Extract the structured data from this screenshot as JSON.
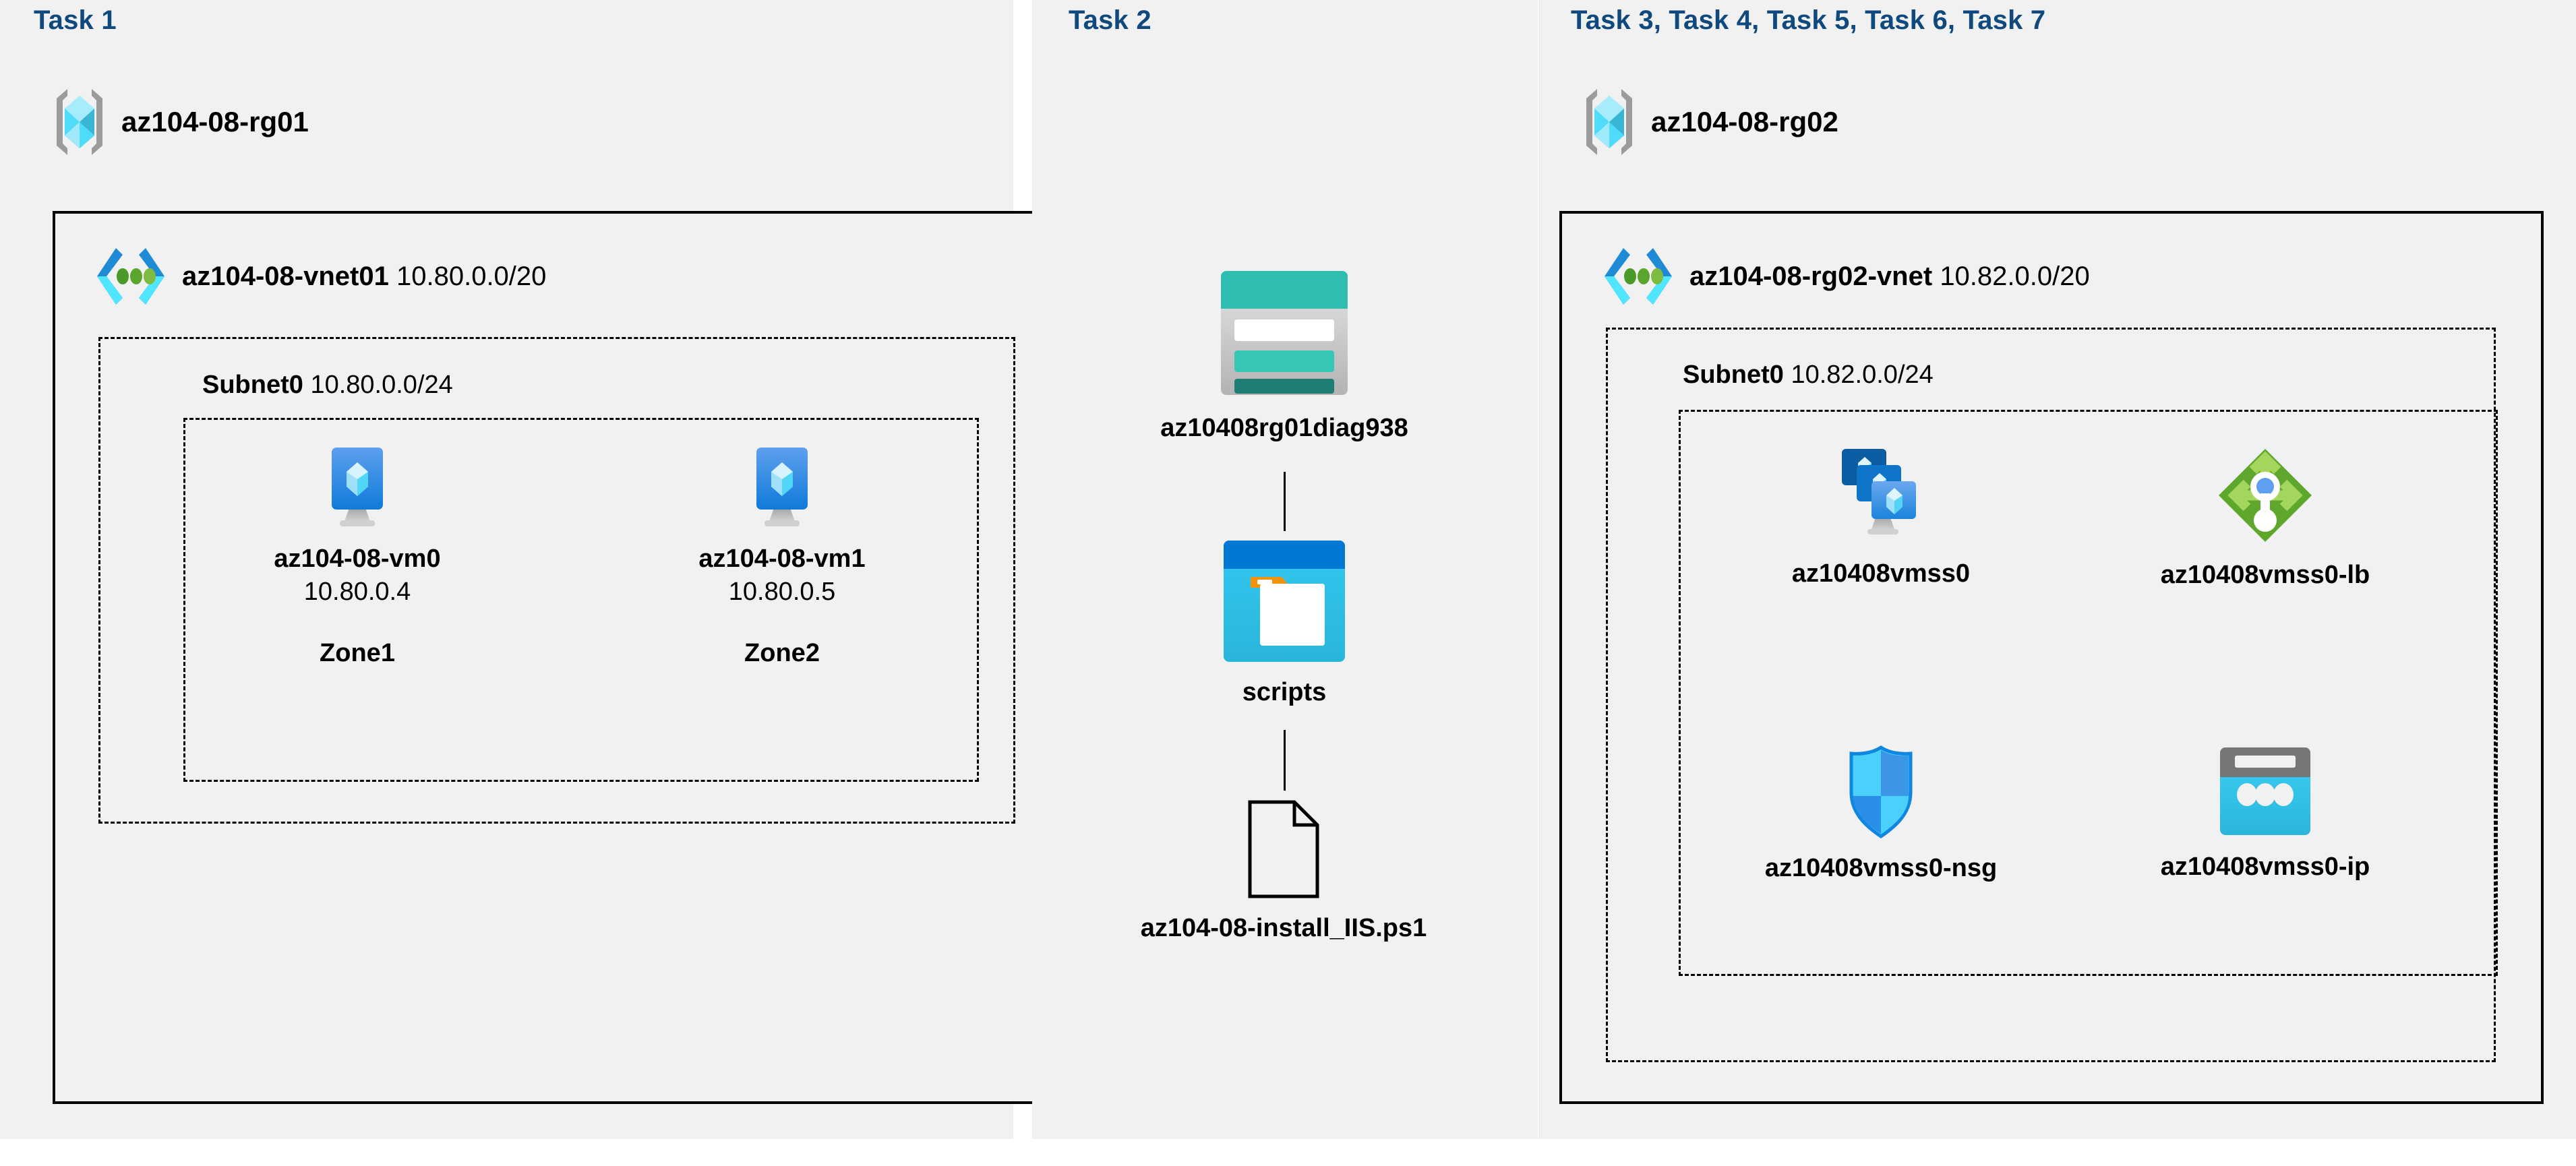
{
  "columns": [
    {
      "id": "task1",
      "title": "Task 1",
      "resource_group": {
        "name": "az104-08-rg01",
        "icon": "resource-group-icon"
      },
      "vnet": {
        "name": "az104-08-vnet01",
        "cidr": "10.80.0.0/20",
        "icon": "virtual-network-icon"
      },
      "subnet": {
        "name": "Subnet0",
        "cidr": "10.80.0.0/24"
      },
      "vms": [
        {
          "name": "az104-08-vm0",
          "ip": "10.80.0.4",
          "zone": "Zone1",
          "icon": "virtual-machine-icon"
        },
        {
          "name": "az104-08-vm1",
          "ip": "10.80.0.5",
          "zone": "Zone2",
          "icon": "virtual-machine-icon"
        }
      ]
    },
    {
      "id": "task2",
      "title": "Task 2",
      "items": [
        {
          "name": "az10408rg01diag938",
          "icon": "storage-account-icon"
        },
        {
          "name": "scripts",
          "icon": "blob-container-icon"
        },
        {
          "name": "az104-08-install_IIS.ps1",
          "icon": "file-icon"
        }
      ]
    },
    {
      "id": "task3-7",
      "title": "Task 3, Task 4, Task 5, Task 6, Task 7",
      "resource_group": {
        "name": "az104-08-rg02",
        "icon": "resource-group-icon"
      },
      "vnet": {
        "name": "az104-08-rg02-vnet",
        "cidr": "10.82.0.0/20",
        "icon": "virtual-network-icon"
      },
      "subnet": {
        "name": "Subnet0",
        "cidr": "10.82.0.0/24"
      },
      "resources": [
        {
          "name": "az10408vmss0",
          "icon": "vm-scale-set-icon"
        },
        {
          "name": "az10408vmss0-lb",
          "icon": "load-balancer-icon"
        },
        {
          "name": "az10408vmss0-nsg",
          "icon": "network-security-group-icon"
        },
        {
          "name": "az10408vmss0-ip",
          "icon": "public-ip-address-icon"
        }
      ]
    }
  ],
  "colors": {
    "task_title": "#10497d",
    "panel_bg": "#f1f1f1",
    "border": "#000000",
    "azure_blue": "#0078d4",
    "cyan": "#32c8f0",
    "teal": "#2fbdb0",
    "green": "#7fba42",
    "storage_dark_teal": "#1f7d73",
    "orange": "#f2910a"
  }
}
